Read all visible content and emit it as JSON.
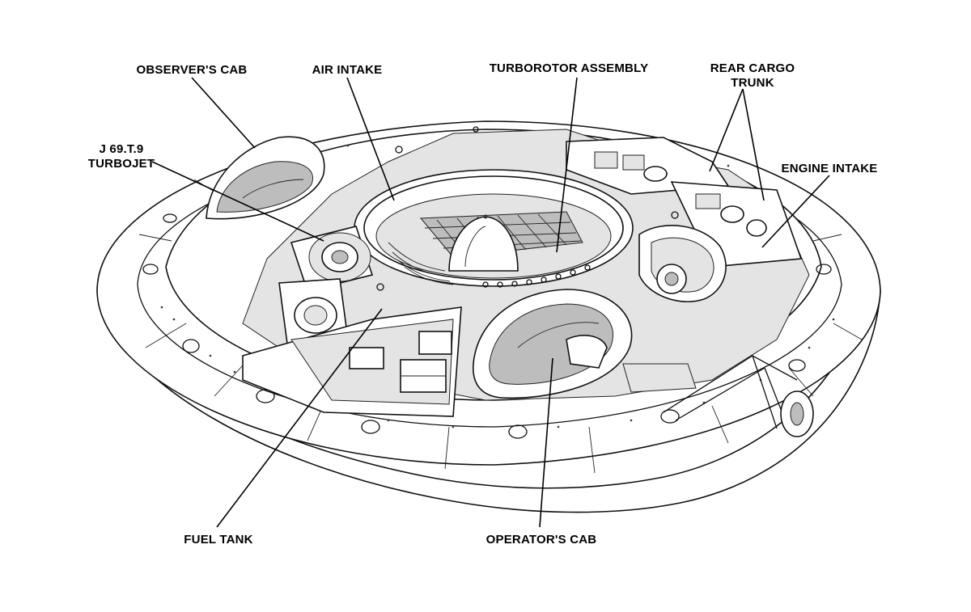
{
  "labels": {
    "observers_cab": "OBSERVER'S CAB",
    "air_intake": "AIR INTAKE",
    "turborotor_assembly": "TURBOROTOR ASSEMBLY",
    "rear_cargo_trunk_line1": "REAR CARGO",
    "rear_cargo_trunk_line2": "TRUNK",
    "turbojet_line1": "J 69.T.9",
    "turbojet_line2": "TURBOJET",
    "engine_intake": "ENGINE INTAKE",
    "fuel_tank": "FUEL TANK",
    "operators_cab": "OPERATOR'S CAB"
  },
  "colors": {
    "ink": "#111111",
    "background": "#ffffff",
    "shade": "#e4e4e4"
  }
}
